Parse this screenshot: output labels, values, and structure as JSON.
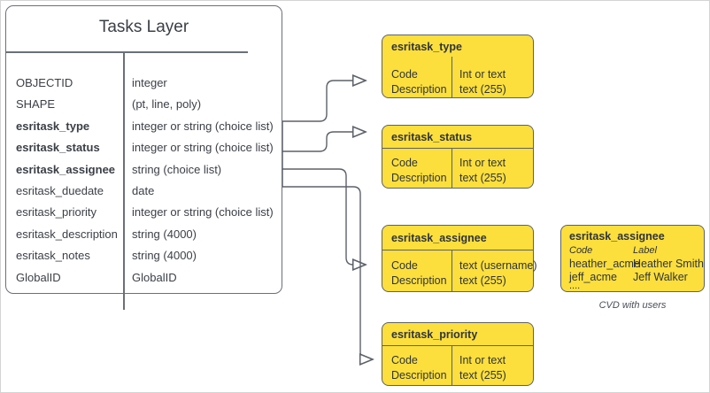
{
  "diagram": {
    "entity": {
      "title": "Tasks Layer",
      "fields": [
        {
          "name": "OBJECTID",
          "type": "integer",
          "bold": false
        },
        {
          "name": "SHAPE",
          "type": "(pt, line, poly)",
          "bold": false
        },
        {
          "name": "esritask_type",
          "type": "integer or string (choice list)",
          "bold": true
        },
        {
          "name": "esritask_status",
          "type": "integer or string (choice list)",
          "bold": true
        },
        {
          "name": "esritask_assignee",
          "type": "string (choice list)",
          "bold": true
        },
        {
          "name": "esritask_duedate",
          "type": "date",
          "bold": false
        },
        {
          "name": "esritask_priority",
          "type": "integer or string (choice list)",
          "bold": false
        },
        {
          "name": "esritask_description",
          "type": "string (4000)",
          "bold": false
        },
        {
          "name": "esritask_notes",
          "type": "string (4000)",
          "bold": false
        },
        {
          "name": "GlobalID",
          "type": "GlobalID",
          "bold": false
        }
      ]
    },
    "domains": [
      {
        "id": "type",
        "title": "esritask_type",
        "has_title_rule": false,
        "left_lines": [
          "Code",
          "Description"
        ],
        "right_lines": [
          "Int or text",
          "text (255)"
        ]
      },
      {
        "id": "status",
        "title": "esritask_status",
        "has_title_rule": true,
        "left_lines": [
          "Code",
          "Description"
        ],
        "right_lines": [
          "Int or text",
          "text (255)"
        ]
      },
      {
        "id": "assignee",
        "title": "esritask_assignee",
        "has_title_rule": true,
        "left_lines": [
          "Code",
          "Description"
        ],
        "right_lines": [
          "text  (username)",
          "text (255)"
        ]
      },
      {
        "id": "priority",
        "title": "esritask_priority",
        "has_title_rule": true,
        "left_lines": [
          "Code",
          "Description"
        ],
        "right_lines": [
          "Int or text",
          "text (255)"
        ]
      }
    ],
    "cvd": {
      "title": "esritask_assignee",
      "header_code": "Code",
      "header_label": "Label",
      "rows": [
        {
          "code": "heather_acme",
          "label": "Heather Smith"
        },
        {
          "code": "jeff_acme",
          "label": "Jeff Walker"
        }
      ],
      "ellipsis": "....",
      "caption": "CVD with users"
    },
    "colors": {
      "domain_fill": "#fcdf3c",
      "stroke": "#5c6169",
      "entity_stroke": "#6a7078",
      "text": "#3b4047"
    }
  }
}
